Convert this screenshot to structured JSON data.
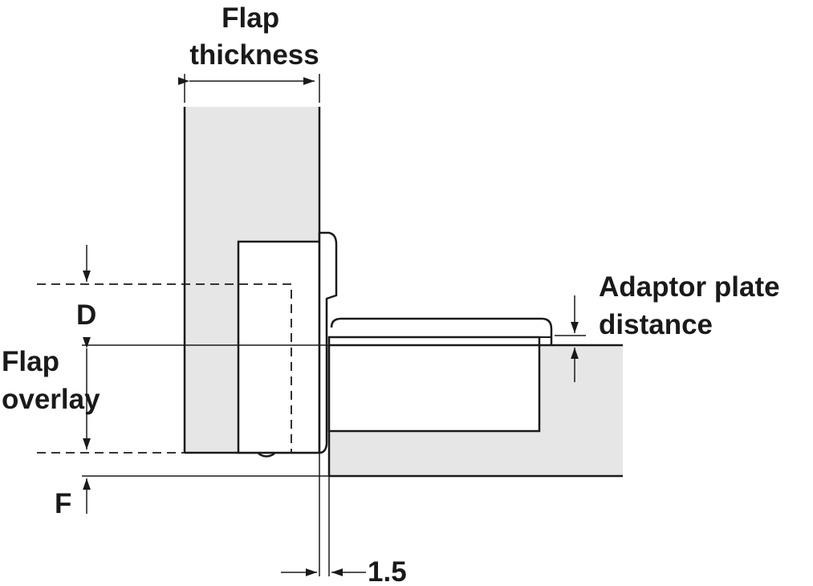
{
  "labels": {
    "flap_thickness": [
      "Flap",
      "thickness"
    ],
    "adaptor_plate_distance": [
      "Adaptor plate",
      "distance"
    ],
    "d": "D",
    "flap_overlay": [
      "Flap",
      "overlay"
    ],
    "f": "F",
    "gap": "1.5"
  },
  "colors": {
    "panel_fill": "#e6e6e7",
    "line": "#1a1a1a",
    "background": "#ffffff"
  }
}
